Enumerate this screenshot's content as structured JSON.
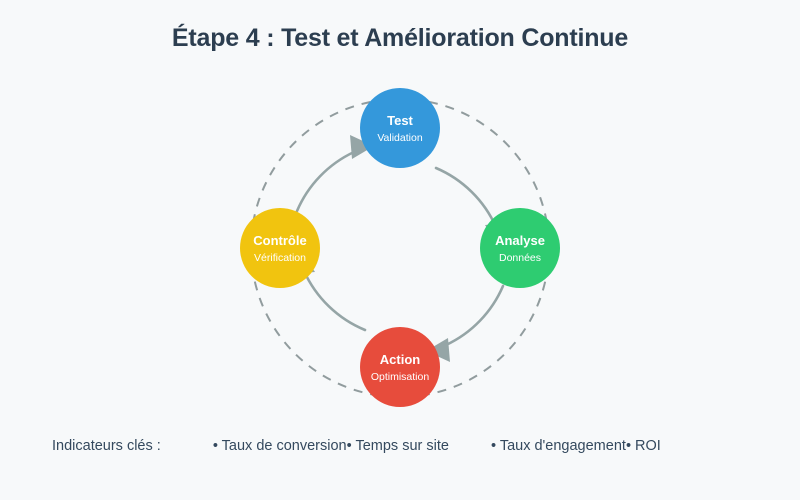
{
  "page": {
    "title": "Étape 4 : Test et Amélioration Continue",
    "background_color": "#f7f9fa",
    "title_color": "#2c3e50"
  },
  "cycle": {
    "ring": {
      "style": "dashed",
      "color": "#7f8c8d"
    },
    "arrow_color": "#95a5a6",
    "nodes": [
      {
        "id": "test",
        "label": "Test",
        "sublabel": "Validation",
        "color": "#3498db",
        "position": "top"
      },
      {
        "id": "analyse",
        "label": "Analyse",
        "sublabel": "Données",
        "color": "#2ecc71",
        "position": "right"
      },
      {
        "id": "action",
        "label": "Action",
        "sublabel": "Optimisation",
        "color": "#e74c3c",
        "position": "bottom"
      },
      {
        "id": "controle",
        "label": "Contrôle",
        "sublabel": "Vérification",
        "color": "#f1c40f",
        "position": "left"
      }
    ],
    "arrows": [
      {
        "from": "test",
        "to": "analyse"
      },
      {
        "from": "analyse",
        "to": "action"
      },
      {
        "from": "action",
        "to": "controle"
      },
      {
        "from": "controle",
        "to": "test"
      }
    ]
  },
  "kpi": {
    "label": "Indicateurs clés :",
    "bullet": "•",
    "items": [
      "Taux de conversion",
      "Temps sur site",
      "Taux d'engagement",
      "ROI"
    ]
  }
}
